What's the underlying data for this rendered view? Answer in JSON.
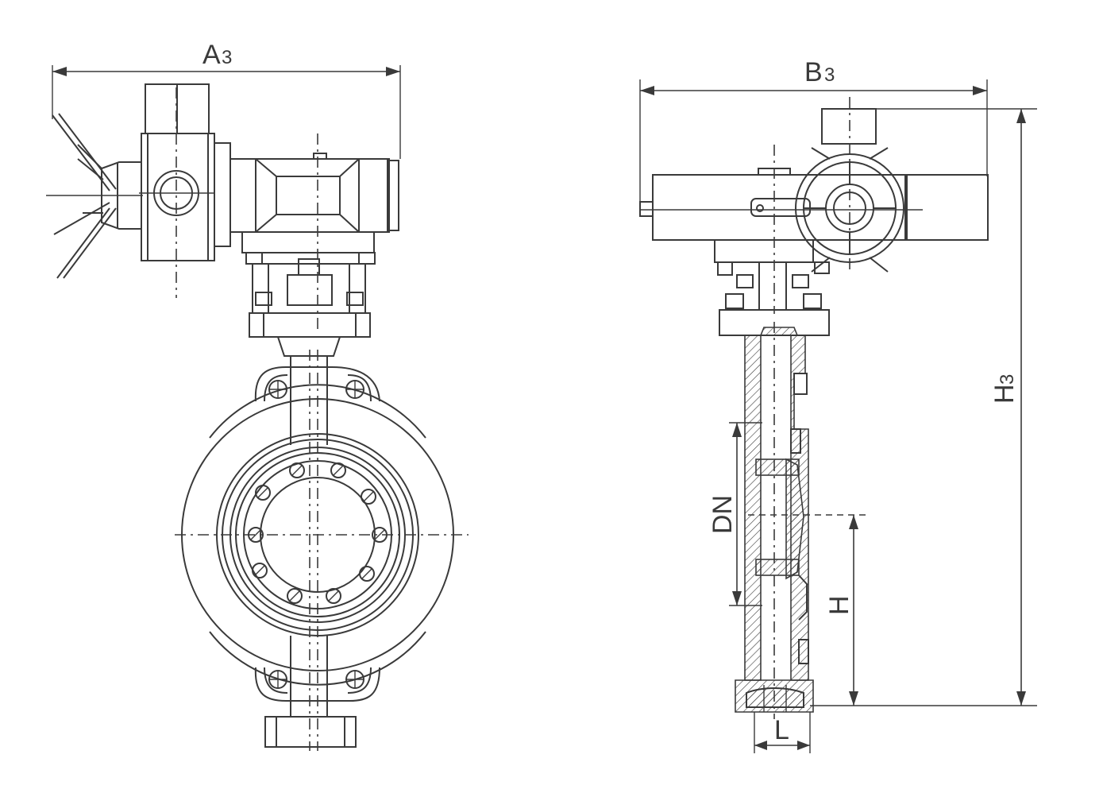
{
  "front_view": {
    "width_label": "A",
    "width_sub": "3"
  },
  "side_view": {
    "width_label": "B",
    "width_sub": "3",
    "height_label": "H",
    "height_sub": "3",
    "diameter_label": "DN",
    "center_height_label": "H",
    "length_label": "L"
  },
  "colors": {
    "line": "#3a3a3a",
    "background": "#ffffff"
  }
}
